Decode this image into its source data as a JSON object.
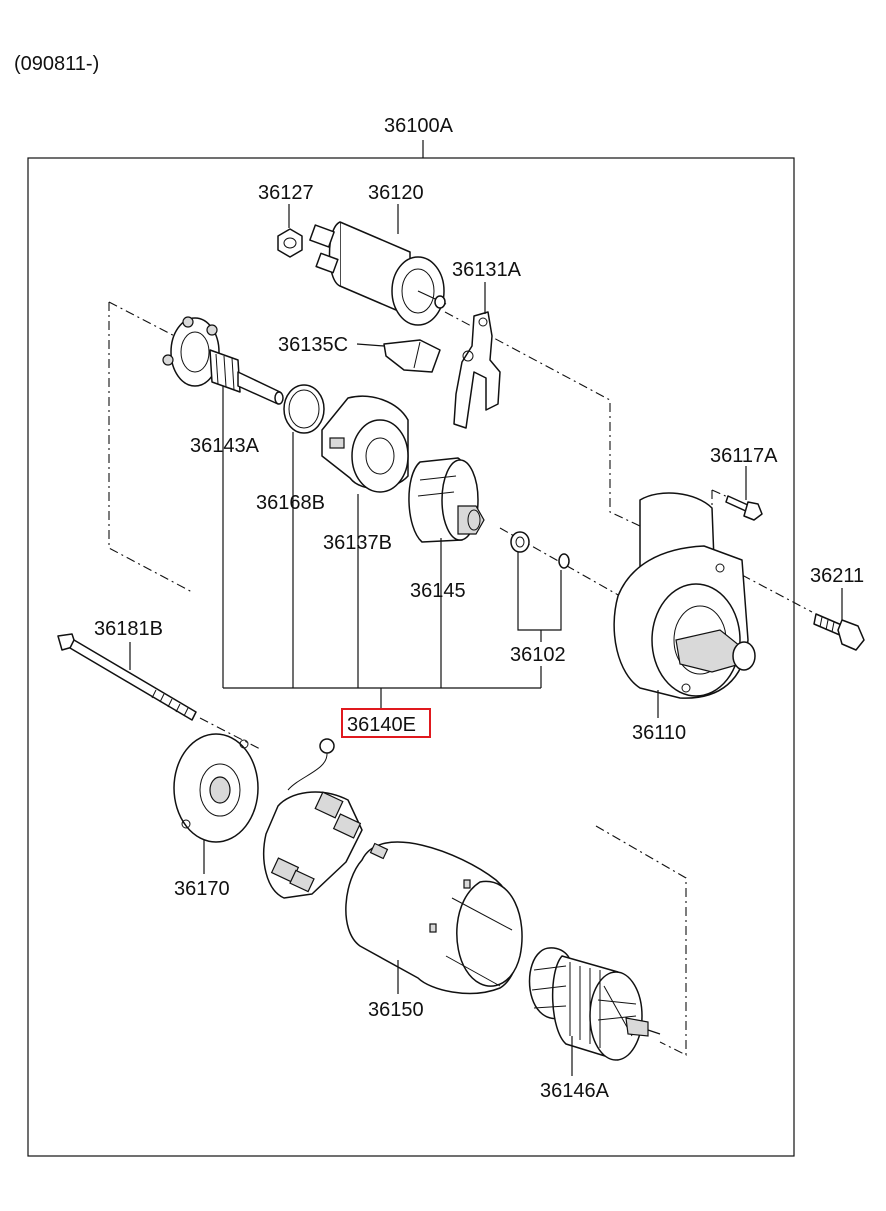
{
  "header": {
    "date_code": "(090811-)"
  },
  "colors": {
    "highlight": "#e0191e",
    "ink": "#111111"
  },
  "labels": {
    "assembly": "36100A",
    "p36127": "36127",
    "p36120": "36120",
    "p36131A": "36131A",
    "p36135C": "36135C",
    "p36143A": "36143A",
    "p36168B": "36168B",
    "p36137B": "36137B",
    "p36145": "36145",
    "p36117A": "36117A",
    "p36211": "36211",
    "p36181B": "36181B",
    "p36102": "36102",
    "p36140E": "36140E",
    "p36110": "36110",
    "p36170": "36170",
    "p36150": "36150",
    "p36146A": "36146A"
  }
}
